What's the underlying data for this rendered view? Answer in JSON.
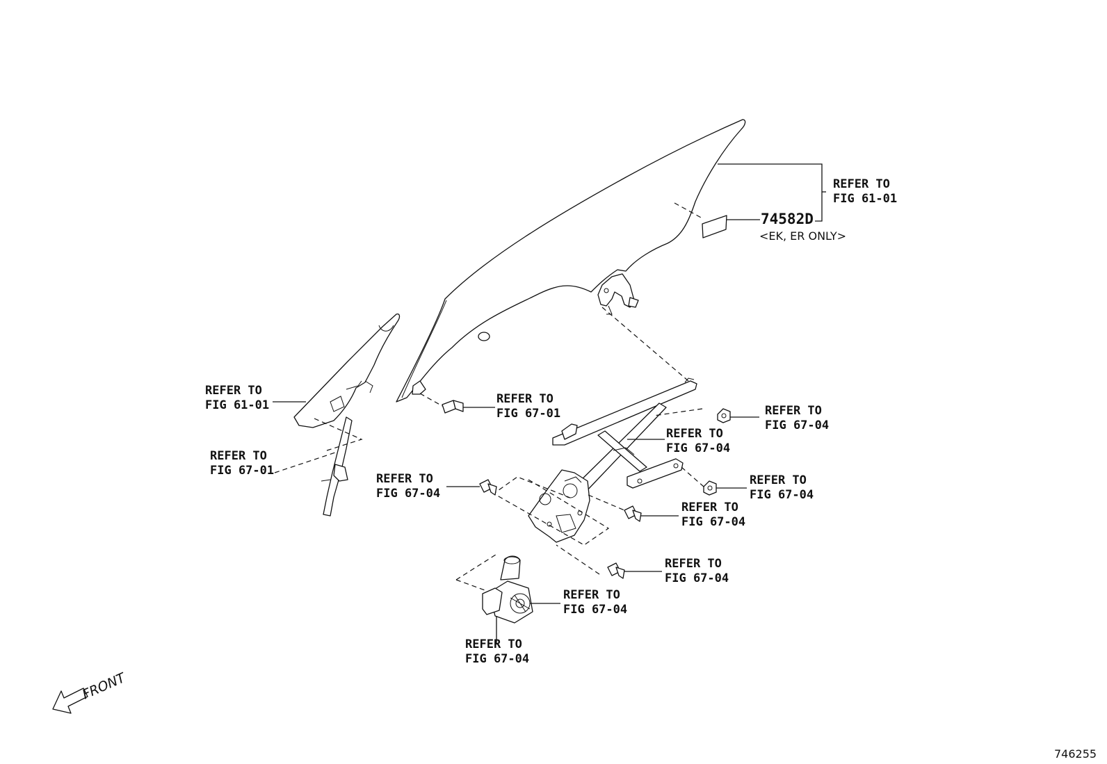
{
  "diagram": {
    "part_number": "74582D",
    "part_note": "<EK, ER ONLY>",
    "front_label": "FRONT",
    "figure_id": "746255",
    "callouts": [
      {
        "id": "glass-ref",
        "line1": "REFER TO",
        "line2": "FIG 61-01"
      },
      {
        "id": "quarter-glass-ref",
        "line1": "REFER TO",
        "line2": "FIG 61-01"
      },
      {
        "id": "channel-ref",
        "line1": "REFER TO",
        "line2": "FIG 67-01"
      },
      {
        "id": "glass-bolt-ref",
        "line1": "REFER TO",
        "line2": "FIG 67-01"
      },
      {
        "id": "regulator-nut-ref",
        "line1": "REFER TO",
        "line2": "FIG 67-04"
      },
      {
        "id": "regulator-ref",
        "line1": "REFER TO",
        "line2": "FIG 67-04"
      },
      {
        "id": "side-bolt-ref",
        "line1": "REFER TO",
        "line2": "FIG 67-04"
      },
      {
        "id": "rail-nut-ref",
        "line1": "REFER TO",
        "line2": "FIG 67-04"
      },
      {
        "id": "mid-bolt-ref",
        "line1": "REFER TO",
        "line2": "FIG 67-04"
      },
      {
        "id": "lower-bolt-ref",
        "line1": "REFER TO",
        "line2": "FIG 67-04"
      },
      {
        "id": "motor-gear-ref",
        "line1": "REFER TO",
        "line2": "FIG 67-04"
      },
      {
        "id": "motor-ref",
        "line1": "REFER TO",
        "line2": "FIG 67-04"
      }
    ]
  }
}
